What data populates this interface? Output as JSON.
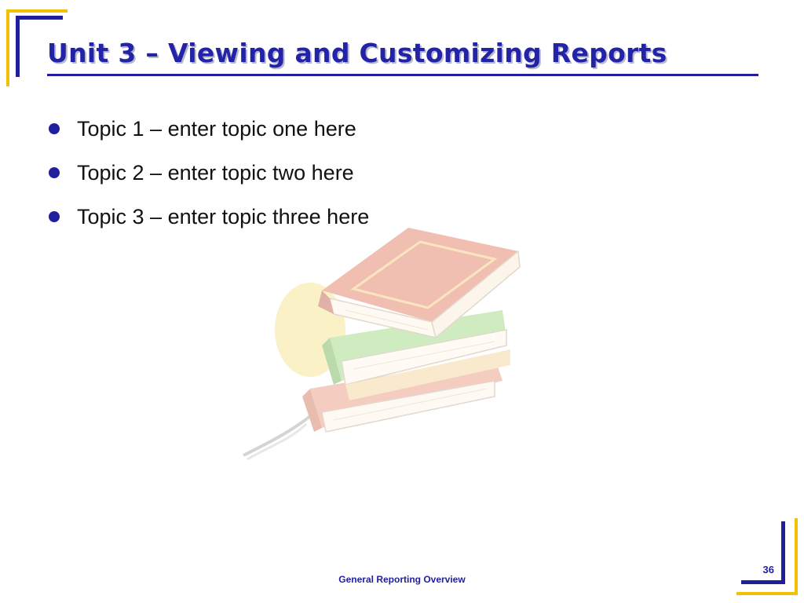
{
  "slide": {
    "title": "Unit 3 – Viewing and Customizing Reports",
    "bullets": [
      "Topic 1 – enter topic one here",
      "Topic 2 – enter topic two here",
      "Topic 3 – enter topic three here"
    ],
    "footer": "General Reporting Overview",
    "page_number": "36"
  },
  "colors": {
    "accent_blue": "#1f1f9e",
    "accent_yellow": "#f2c200"
  },
  "icons": {
    "background_art": "book-stack-icon",
    "bullet": "bullet-dot-icon"
  }
}
